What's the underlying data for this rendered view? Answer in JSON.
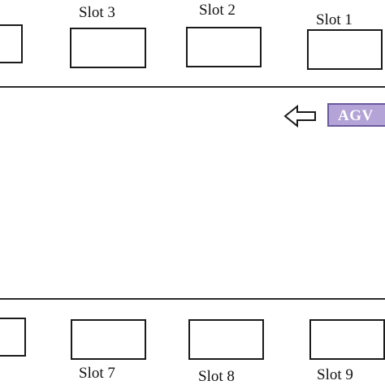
{
  "colors": {
    "line": "#2a2a2a",
    "slot_border": "#1a1a1a",
    "agv_fill": "#b3a3d6",
    "agv_text": "#ffffff"
  },
  "top_row": {
    "slots": [
      {
        "label": ""
      },
      {
        "label": "Slot 3"
      },
      {
        "label": "Slot 2"
      },
      {
        "label": "Slot 1"
      }
    ]
  },
  "bottom_row": {
    "slots": [
      {
        "label": ""
      },
      {
        "label": "Slot 7"
      },
      {
        "label": "Slot 8"
      },
      {
        "label": "Slot 9"
      }
    ]
  },
  "agv": {
    "label": "AGV",
    "direction_icon": "arrow-left-icon"
  }
}
